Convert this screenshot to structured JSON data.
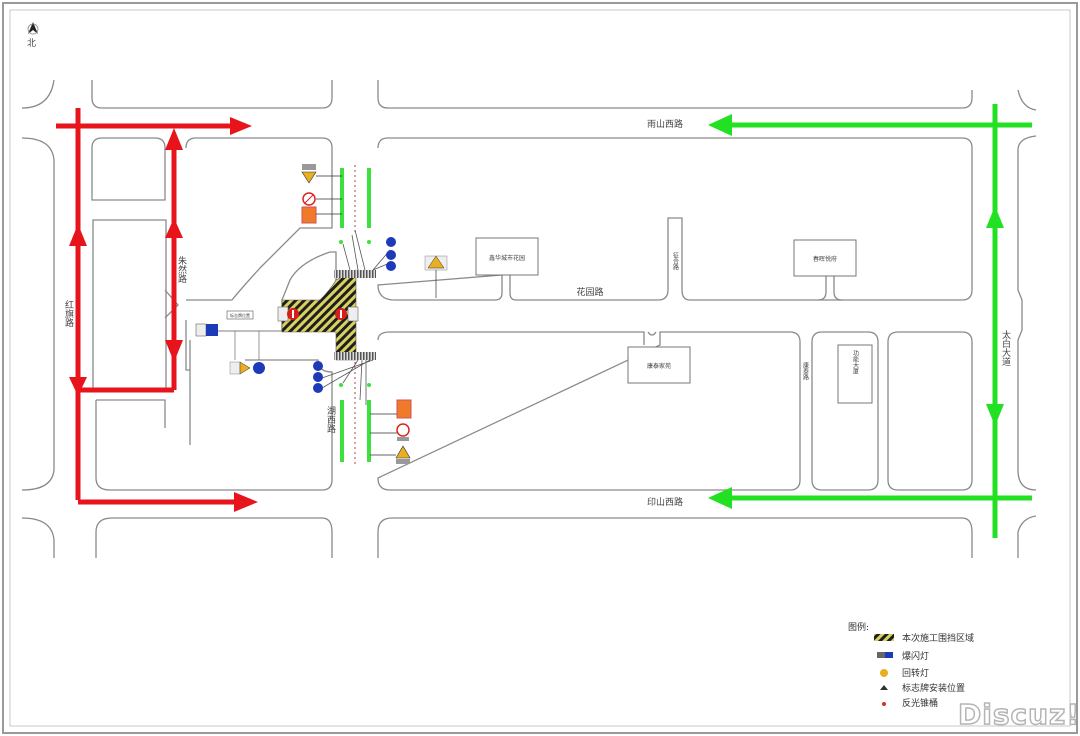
{
  "map": {
    "north_label": "北",
    "roads": {
      "north": "雨山西路",
      "south": "印山西路",
      "middle": "花园路",
      "west": "红旗路",
      "west_inner": "朱然路",
      "center_south": "湖西路",
      "east": "太白大道",
      "side_north": "征合路",
      "side_south": "康泰路"
    },
    "buildings": [
      {
        "name": "鑫华城市花园"
      },
      {
        "name": "春晖悦府"
      },
      {
        "name": "康泰家苑"
      },
      {
        "name": "功能大厦"
      }
    ],
    "sign_label": "标志牌位置",
    "detour_colors": {
      "west": "#e8141c",
      "east": "#22e022"
    },
    "legend": {
      "title": "图例:",
      "items": [
        {
          "icon": "hatch-zone-icon",
          "label": "本次施工围挡区域"
        },
        {
          "icon": "flash-light-icon",
          "label": "爆闪灯"
        },
        {
          "icon": "rotating-light-icon",
          "label": "回转灯"
        },
        {
          "icon": "sign-mount-icon",
          "label": "标志牌安装位置"
        },
        {
          "icon": "reflective-cone-icon",
          "label": "反光锥桶"
        }
      ]
    }
  },
  "watermark": "Discuz!"
}
